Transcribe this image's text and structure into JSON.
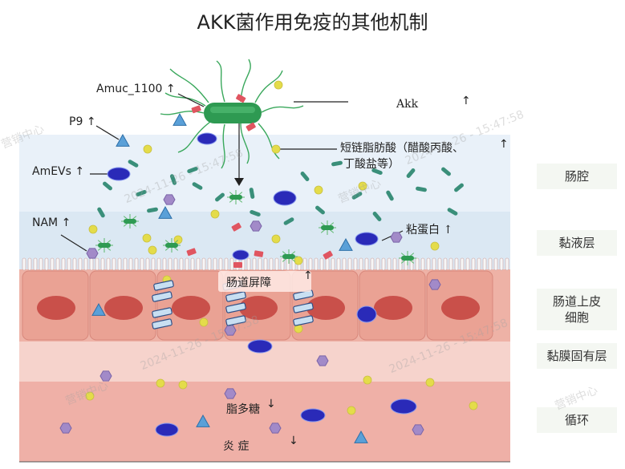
{
  "title": "AKK菌作用免疫的其他机制",
  "labels": {
    "amuc": "Amuc_1100",
    "p9": "P9",
    "amevs": "AmEVs",
    "nam": "NAM",
    "akk": "Akk",
    "scfa_line1": "短链脂肪酸（醋酸丙酸、",
    "scfa_line2": "丁酸盐等）",
    "mucin": "粘蛋白",
    "barrier": "肠道屏障",
    "lps": "脂多糖",
    "inflammation": "炎 症"
  },
  "arrows": {
    "up": "↑",
    "down": "↓"
  },
  "layers": {
    "lumen": "肠腔",
    "mucus": "黏液层",
    "epithelium_line1": "肠道上皮",
    "epithelium_line2": "细胞",
    "lamina": "黏膜固有层",
    "circulation": "循环"
  },
  "watermarks": [
    "营销中心",
    "2024-11-26 - 15:47:58",
    "营销中心",
    "2024-11-26 - 15:47:58",
    "营销中心",
    "2024-11-26 - 15:47:58",
    "营销中心",
    "2024-11-26 - 15:47:58"
  ],
  "colors": {
    "lumen": "#e9f1f9",
    "mucus": "#dbe8f3",
    "epithelium": "#eeb2a6",
    "lamina": "#f6d3cc",
    "circulation": "#efb0a7",
    "bacterium": "#2e9a52",
    "vesicle": "#2a2ab8",
    "triangle": "#5aa0d8",
    "hexagon": "#a28ac8",
    "dot": "#e4dc4a",
    "red_rect": "#e05560",
    "nucleus": "#c9504a"
  }
}
